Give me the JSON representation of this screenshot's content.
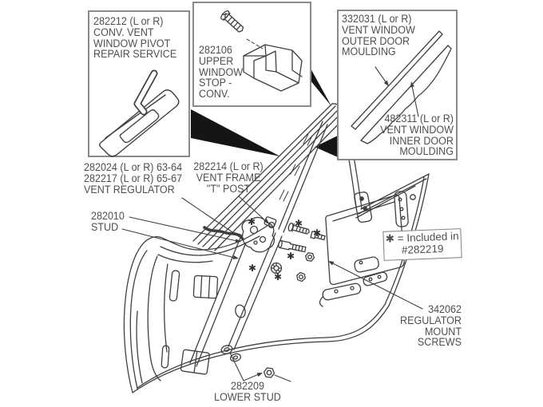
{
  "figure": {
    "title": "Corvette vent window and door hardware exploded parts diagram",
    "background": "#ffffff",
    "line_color": "#3f3f3f",
    "text_color": "#4f4f4f",
    "wedge_color": "#151515",
    "asterisk_glyph": "✱",
    "callouts": {
      "pivot_repair": {
        "lines": [
          "282212 (L or R)",
          "CONV. VENT",
          "WINDOW PIVOT",
          "REPAIR SERVICE"
        ]
      },
      "upper_stop": {
        "lines": [
          "282106",
          "UPPER",
          "WINDOW",
          "STOP -",
          "CONV."
        ]
      },
      "outer_moulding": {
        "lines": [
          "332031 (L or R)",
          "VENT WINDOW",
          "OUTER DOOR",
          "MOULDING"
        ]
      },
      "inner_moulding": {
        "lines": [
          "482311 (L or R)",
          "VENT WINDOW",
          "INNER DOOR",
          "MOULDING"
        ]
      },
      "vent_regulator": {
        "lines": [
          "282024 (L or R) 63-64",
          "282217 (L or R) 65-67",
          "VENT REGULATOR"
        ]
      },
      "vent_frame_t_post": {
        "lines": [
          "282214 (L or R)",
          "VENT FRAME",
          "\"T\" POST"
        ]
      },
      "stud": {
        "lines": [
          "282010",
          "STUD"
        ]
      },
      "included_note": {
        "lines": [
          "✱ = Included in",
          "#282219"
        ]
      },
      "regulator_mount_screws": {
        "lines": [
          "342062",
          "REGULATOR",
          "MOUNT",
          "SCREWS"
        ]
      },
      "lower_stud": {
        "lines": [
          "282209",
          "LOWER STUD"
        ]
      }
    }
  }
}
